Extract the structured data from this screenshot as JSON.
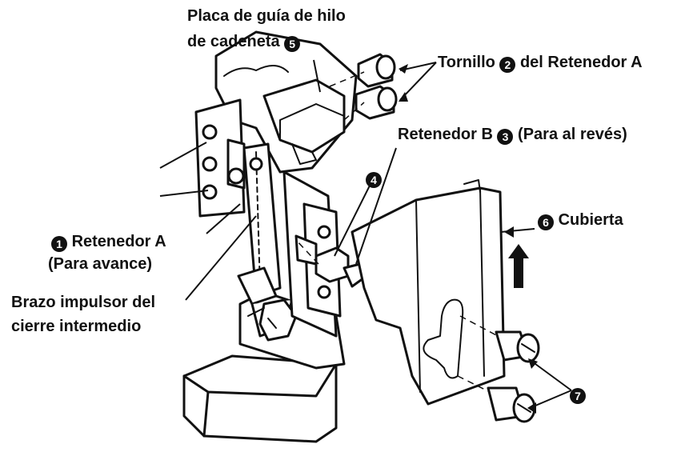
{
  "labels": {
    "thread_guide_line1": "Placa de guía de hilo",
    "thread_guide_line2": "de cadeneta",
    "thread_guide_num": "5",
    "screw_num": "2",
    "screw_text_a": "Tornillo",
    "screw_text_b": "del Retenedor A",
    "retainer_b_text_a": "Retenedor B",
    "retainer_b_num": "3",
    "retainer_b_text_b": "(Para al revés)",
    "part4_num": "4",
    "cover_num": "6",
    "cover_text": "Cubierta",
    "retainer_a_num": "1",
    "retainer_a_line1": "Retenedor A",
    "retainer_a_line2": "(Para avance)",
    "arm_line1": "Brazo impulsor del",
    "arm_line2": "cierre intermedio",
    "part7_num": "7"
  },
  "colors": {
    "ink": "#111111",
    "paper": "#ffffff",
    "shade": "#d8d8d8"
  }
}
